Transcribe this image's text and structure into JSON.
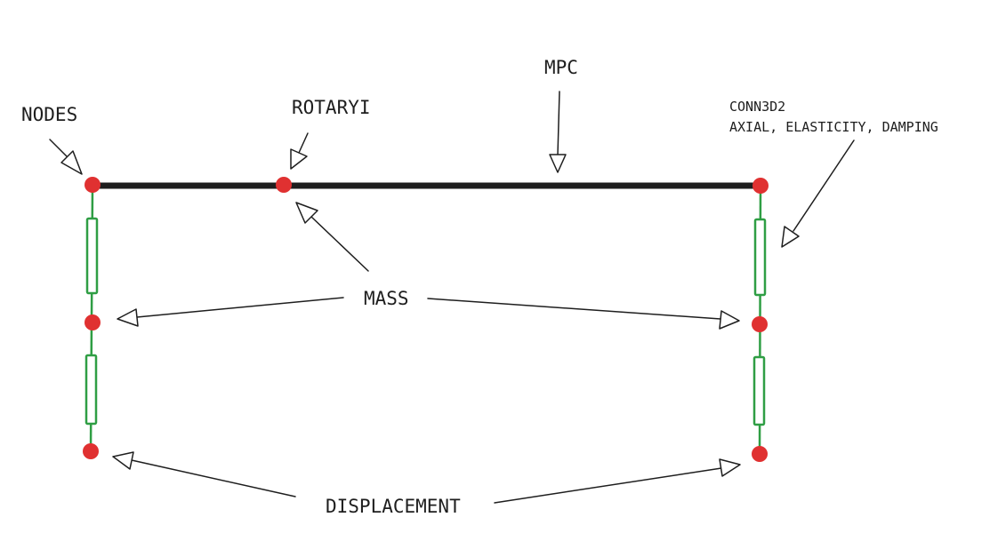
{
  "labels": {
    "nodes": "NODES",
    "rotaryi": "ROTARYI",
    "mpc": "MPC",
    "conn3d2_line1": "CONN3D2",
    "conn3d2_line2": "AXIAL, ELASTICITY, DAMPING",
    "mass": "MASS",
    "displacement": "DISPLACEMENT"
  },
  "colors": {
    "node": "#e03131",
    "spring": "#2f9e44",
    "mpc_bar": "#1e1e1e",
    "text": "#1e1e1e"
  }
}
